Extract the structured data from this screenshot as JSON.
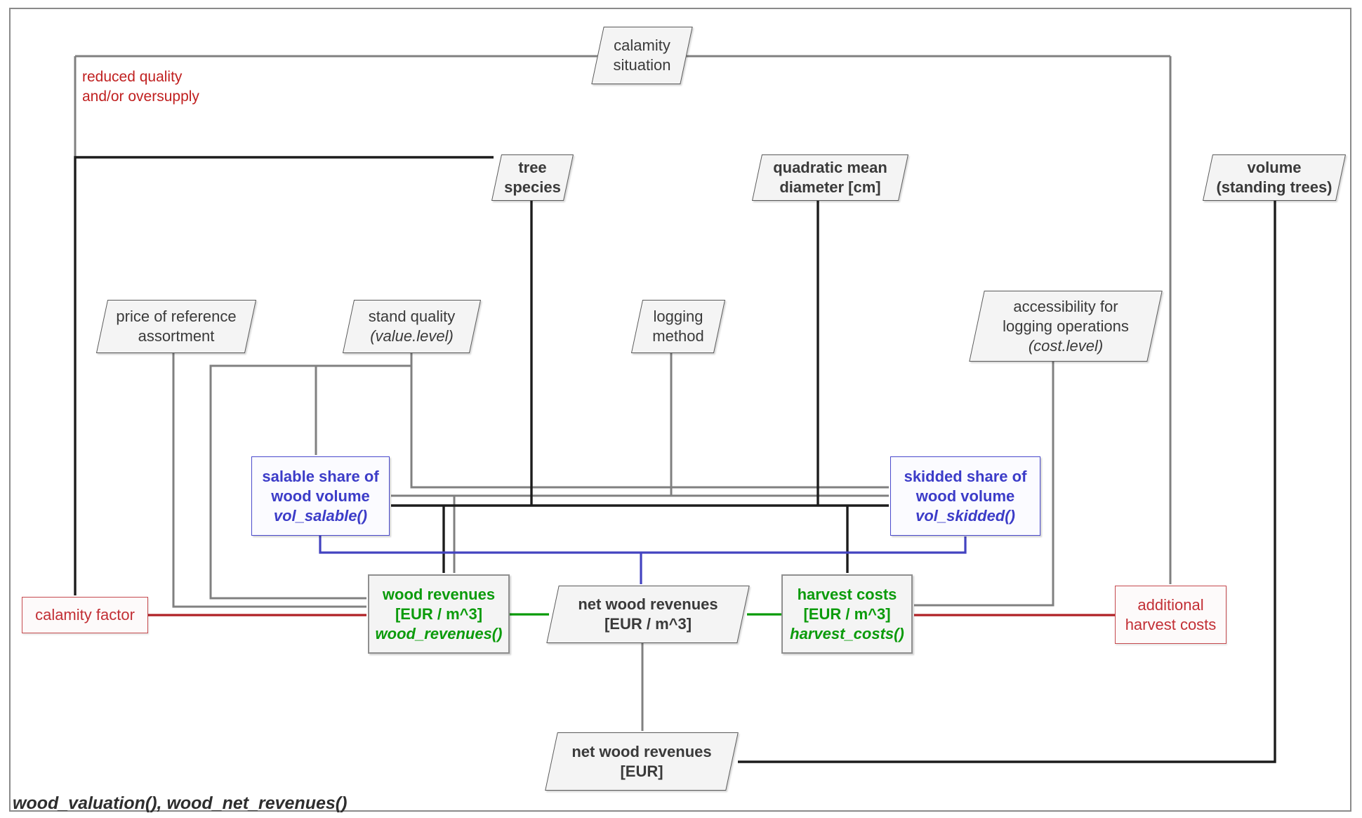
{
  "footer": "wood_valuation(), wood_net_revenues()",
  "annotations": {
    "reduced_quality": {
      "lines": [
        "reduced quality",
        "and/or oversupply"
      ]
    }
  },
  "palette": {
    "gray": "#808080",
    "black": "#1c1c1c",
    "red": "#b02025",
    "green": "#0a9b0a",
    "blue": "#4343c0",
    "node_border": "#595959",
    "node_fill": "#f4f4f4",
    "blue_border": "#4a4acc",
    "blue_fill": "#fbfbff",
    "blue_text": "#3c3cc8",
    "green_text": "#0b9b0b",
    "red_border": "#c64a4e",
    "red_text": "#c22f35",
    "annotation_red": "#c02020",
    "ink": "#3a3a3a"
  },
  "nodes": [
    {
      "id": "calamity_situation",
      "shape": "parallelogram",
      "style": "default",
      "bold": false,
      "lines": [
        {
          "t": "calamity"
        },
        {
          "t": "situation"
        }
      ]
    },
    {
      "id": "tree_species",
      "shape": "parallelogram",
      "style": "default",
      "bold": true,
      "lines": [
        {
          "t": "tree"
        },
        {
          "t": "species"
        }
      ]
    },
    {
      "id": "quadratic_mean_diameter",
      "shape": "parallelogram",
      "style": "default",
      "bold": true,
      "lines": [
        {
          "t": "quadratic mean"
        },
        {
          "t": "diameter [cm]"
        }
      ]
    },
    {
      "id": "volume_standing_trees",
      "shape": "parallelogram",
      "style": "default",
      "bold": true,
      "lines": [
        {
          "t": "volume"
        },
        {
          "t": "(standing trees)"
        }
      ]
    },
    {
      "id": "price_of_reference_assortment",
      "shape": "parallelogram",
      "style": "default",
      "bold": false,
      "lines": [
        {
          "t": "price of reference"
        },
        {
          "t": "assortment"
        }
      ]
    },
    {
      "id": "stand_quality",
      "shape": "parallelogram",
      "style": "default",
      "bold": false,
      "lines": [
        {
          "t": "stand quality"
        },
        {
          "t": "(value.level)",
          "italic": true
        }
      ]
    },
    {
      "id": "logging_method",
      "shape": "parallelogram",
      "style": "default",
      "bold": false,
      "lines": [
        {
          "t": "logging"
        },
        {
          "t": "method"
        }
      ]
    },
    {
      "id": "accessibility_for_logging",
      "shape": "parallelogram",
      "style": "default",
      "bold": false,
      "lines": [
        {
          "t": "accessibility for"
        },
        {
          "t": "logging operations"
        },
        {
          "t": "(cost.level)",
          "italic": true
        }
      ]
    },
    {
      "id": "salable_share",
      "shape": "rect",
      "style": "blue",
      "bold": true,
      "lines": [
        {
          "t": "salable share of"
        },
        {
          "t": "wood volume"
        },
        {
          "t": "vol_salable()",
          "italic": true
        }
      ]
    },
    {
      "id": "skidded_share",
      "shape": "rect",
      "style": "blue",
      "bold": true,
      "lines": [
        {
          "t": "skidded share of"
        },
        {
          "t": "wood volume"
        },
        {
          "t": "vol_skidded()",
          "italic": true
        }
      ]
    },
    {
      "id": "wood_revenues",
      "shape": "rect",
      "style": "green",
      "bold": true,
      "lines": [
        {
          "t": "wood revenues"
        },
        {
          "t": "[EUR / m^3]"
        },
        {
          "t": "wood_revenues()",
          "italic": true
        }
      ]
    },
    {
      "id": "net_wood_revenues_m3",
      "shape": "parallelogram",
      "style": "default",
      "bold": true,
      "lines": [
        {
          "t": "net wood revenues"
        },
        {
          "t": "[EUR / m^3]"
        }
      ]
    },
    {
      "id": "harvest_costs",
      "shape": "rect",
      "style": "green",
      "bold": true,
      "lines": [
        {
          "t": "harvest costs"
        },
        {
          "t": "[EUR / m^3]"
        },
        {
          "t": "harvest_costs()",
          "italic": true
        }
      ]
    },
    {
      "id": "calamity_factor",
      "shape": "rect",
      "style": "red",
      "bold": false,
      "lines": [
        {
          "t": "calamity factor"
        }
      ]
    },
    {
      "id": "additional_harvest_costs",
      "shape": "rect",
      "style": "red",
      "bold": false,
      "lines": [
        {
          "t": "additional"
        },
        {
          "t": "harvest costs"
        }
      ]
    },
    {
      "id": "net_wood_revenues_eur",
      "shape": "parallelogram",
      "style": "default",
      "bold": true,
      "lines": [
        {
          "t": "net wood revenues"
        },
        {
          "t": "[EUR]"
        }
      ]
    }
  ],
  "edges": [
    {
      "from": "calamity_situation",
      "to": "calamity_factor",
      "color": "gray"
    },
    {
      "from": "calamity_situation",
      "to": "additional_harvest_costs",
      "color": "gray"
    },
    {
      "from": "tree_species",
      "to": "calamity_factor",
      "color": "black"
    },
    {
      "from": [
        "tree_species",
        "quadratic_mean_diameter"
      ],
      "to": [
        "salable_share",
        "skidded_share",
        "wood_revenues",
        "harvest_costs"
      ],
      "color": "black"
    },
    {
      "from": "stand_quality",
      "to": [
        "salable_share",
        "skidded_share",
        "wood_revenues"
      ],
      "color": "gray"
    },
    {
      "from": "price_of_reference_assortment",
      "to": "wood_revenues",
      "color": "gray"
    },
    {
      "from": "logging_method",
      "to": [
        "salable_share",
        "skidded_share",
        "wood_revenues"
      ],
      "color": "gray"
    },
    {
      "from": "accessibility_for_logging",
      "to": "harvest_costs",
      "color": "gray"
    },
    {
      "from": "calamity_factor",
      "to": "wood_revenues",
      "color": "red"
    },
    {
      "from": "additional_harvest_costs",
      "to": "harvest_costs",
      "color": "red"
    },
    {
      "from": [
        "salable_share",
        "skidded_share"
      ],
      "to": "net_wood_revenues_m3",
      "color": "blue"
    },
    {
      "from": "wood_revenues",
      "to": "net_wood_revenues_m3",
      "color": "green"
    },
    {
      "from": "harvest_costs",
      "to": "net_wood_revenues_m3",
      "color": "green"
    },
    {
      "from": "net_wood_revenues_m3",
      "to": "net_wood_revenues_eur",
      "color": "gray"
    },
    {
      "from": "volume_standing_trees",
      "to": "net_wood_revenues_eur",
      "color": "black"
    }
  ]
}
